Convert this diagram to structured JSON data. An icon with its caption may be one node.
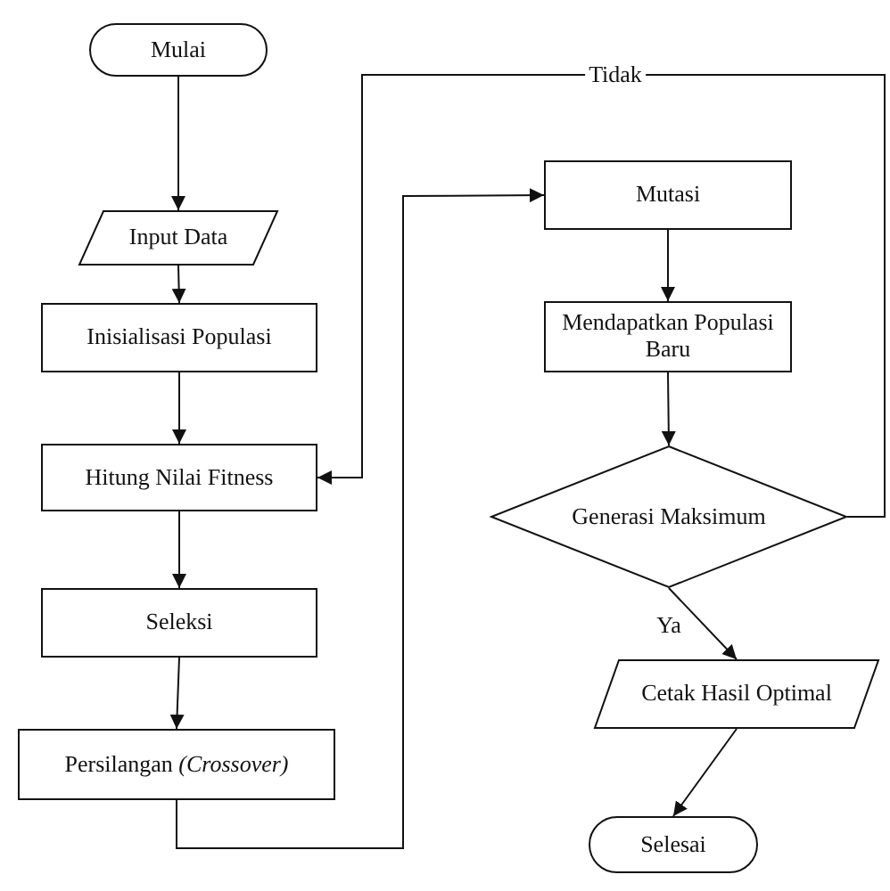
{
  "diagram": {
    "nodes": [
      {
        "text": [
          "Mulai"
        ]
      },
      {
        "text": [
          "Input Data"
        ]
      },
      {
        "text": [
          "Inisialisasi Populasi"
        ]
      },
      {
        "text": [
          "Hitung Nilai Fitness"
        ]
      },
      {
        "text": [
          "Seleksi"
        ]
      },
      {
        "text": [
          "Persilangan *(Crossover)*"
        ]
      },
      {
        "text": [
          "Mutasi"
        ]
      },
      {
        "text": [
          "Mendapatkan Populasi Baru"
        ]
      },
      {
        "text": [
          "Generasi Maksimum"
        ]
      },
      {
        "text": [
          "Cetak Hasil Optimal"
        ]
      },
      {
        "text": [
          "Selesai"
        ]
      }
    ],
    "edges": [
      {
        "from": 0,
        "to": 1,
        "arrow": "to"
      },
      {
        "from": 1,
        "to": 2,
        "arrow": "to"
      },
      {
        "from": 2,
        "to": 3,
        "arrow": "to"
      },
      {
        "from": 3,
        "to": 4,
        "arrow": "to"
      },
      {
        "from": 4,
        "to": 5,
        "arrow": "to"
      },
      {
        "from": 5,
        "to": 6,
        "arrow": "to"
      },
      {
        "from": 6,
        "to": 7,
        "arrow": "to"
      },
      {
        "from": 7,
        "to": 8,
        "arrow": "to"
      },
      {
        "from": 8,
        "to": 9,
        "arrow": "to",
        "label": "Ya"
      },
      {
        "from": 8,
        "to": 3,
        "arrow": "to",
        "label": "Tidak"
      },
      {
        "from": 9,
        "to": 10,
        "arrow": "to"
      }
    ]
  }
}
